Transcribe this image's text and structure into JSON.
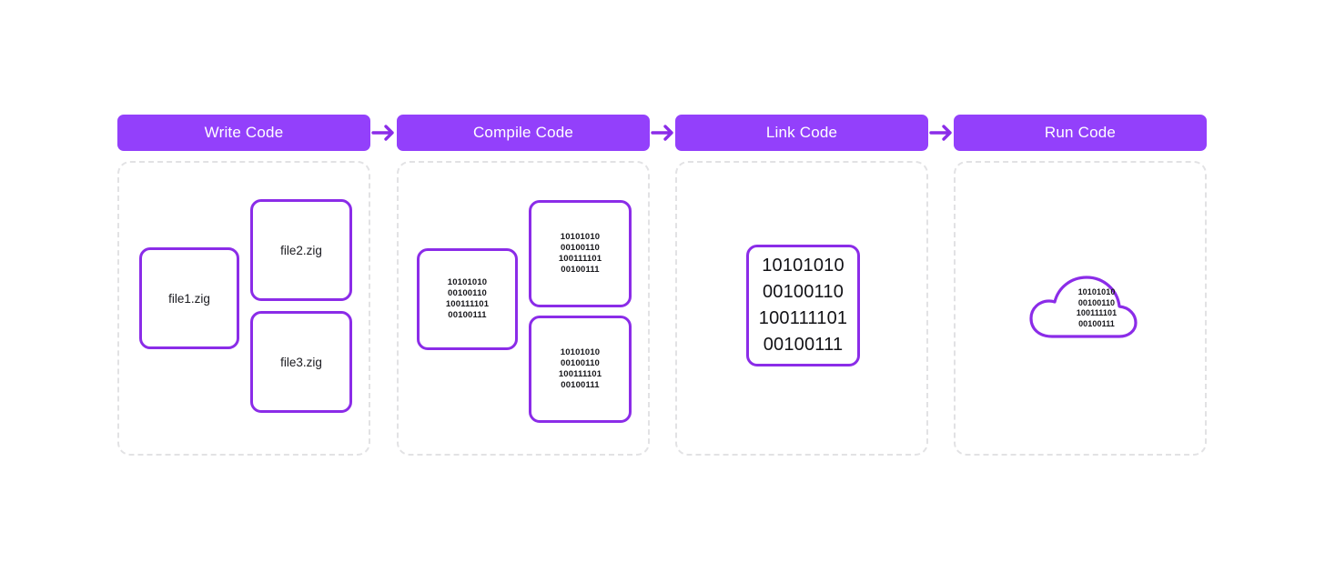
{
  "theme": {
    "background": "#ffffff",
    "header_fill": "#9340fb",
    "header_text": "#ffffff",
    "node_border": "#8b2ce8",
    "panel_border": "#e2e2e4",
    "text": "#17171b",
    "arrow": "#8b2ce8"
  },
  "binary_block": "10101010\n00100110\n100111101\n00100111",
  "arrows": {
    "icon": "arrow-right-icon",
    "between_write_and_compile": "arrow-right-icon",
    "between_compile_and_link": "arrow-right-icon",
    "between_link_and_run": "arrow-right-icon"
  },
  "stages": [
    {
      "id": "write-code",
      "title": "Write Code",
      "nodes": [
        {
          "id": "file1",
          "kind": "file",
          "label": "file1.zig"
        },
        {
          "id": "file2",
          "kind": "file",
          "label": "file2.zig"
        },
        {
          "id": "file3",
          "kind": "file",
          "label": "file3.zig"
        }
      ]
    },
    {
      "id": "compile-code",
      "title": "Compile Code",
      "nodes": [
        {
          "id": "obj1",
          "kind": "binary",
          "label": "10101010\n00100110\n100111101\n00100111"
        },
        {
          "id": "obj2",
          "kind": "binary",
          "label": "10101010\n00100110\n100111101\n00100111"
        },
        {
          "id": "obj3",
          "kind": "binary",
          "label": "10101010\n00100110\n100111101\n00100111"
        }
      ]
    },
    {
      "id": "link-code",
      "title": "Link Code",
      "nodes": [
        {
          "id": "executable",
          "kind": "binary-large",
          "label": "10101010\n00100110\n100111101\n00100111"
        }
      ]
    },
    {
      "id": "run-code",
      "title": "Run Code",
      "nodes": [
        {
          "id": "cloud-runtime",
          "kind": "cloud",
          "icon": "cloud-icon",
          "label": "10101010\n00100110\n100111101\n00100111"
        }
      ]
    }
  ]
}
